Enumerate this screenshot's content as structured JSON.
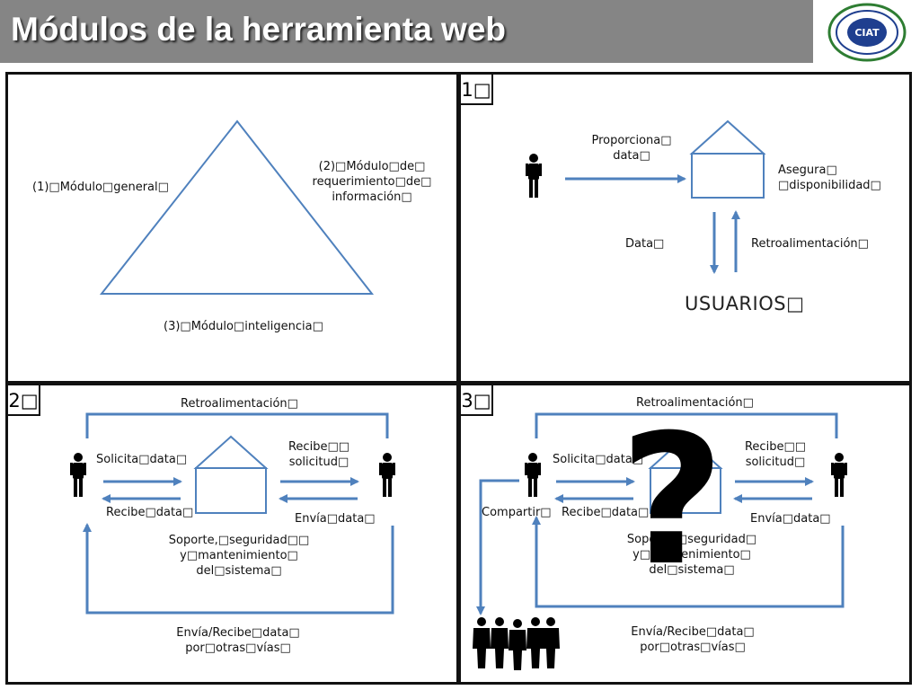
{
  "header": {
    "title": "Módulos de la herramienta web"
  },
  "logo": {
    "text": "CIAT"
  },
  "triangle_panel": {
    "general": "(1)□Módulo□general□",
    "requerimiento": [
      "(2)□Módulo□de□",
      "requerimiento□de□",
      "información□"
    ],
    "inteligencia": "(3)□Módulo□inteligencia□"
  },
  "panel1": {
    "number": "1□",
    "proporciona": [
      "Proporciona□",
      "data□"
    ],
    "asegura": [
      "Asegura□",
      "□disponibilidad□"
    ],
    "data": "Data□",
    "retro": "Retroalimentación□",
    "usuarios": "USUARIOS□"
  },
  "panel2": {
    "number": "2□",
    "retro": "Retroalimentación□",
    "solicita": "Solicita□data□",
    "recibe_data": "Recibe□data□",
    "recibe_solicitud": [
      "Recibe□□",
      "solicitud□"
    ],
    "envia": "Envía□data□",
    "soporte": [
      "Soporte,□seguridad□□",
      "y□mantenimiento□",
      "del□sistema□"
    ],
    "envia_recibe": [
      "Envía/Recibe□data□",
      "por□otras□vías□"
    ]
  },
  "panel3": {
    "number": "3□",
    "retro": "Retroalimentación□",
    "solicita": "Solicita□data□",
    "recibe_data": "Recibe□data□",
    "compartir": "Compartir□",
    "recibe_solicitud": [
      "Recibe□□",
      "solicitud□"
    ],
    "envia": "Envía□data□",
    "soporte": [
      "Soporte,□seguridad□",
      "y□mantenimiento□",
      "del□sistema□"
    ],
    "envia_recibe": [
      "Envía/Recibe□data□",
      "por□otras□vías□"
    ],
    "question": "?"
  },
  "colors": {
    "arrow": "#4f81bd",
    "border": "#111111",
    "header": "#858585",
    "logo_blue": "#1f3f8f",
    "logo_green": "#2e7d32"
  }
}
